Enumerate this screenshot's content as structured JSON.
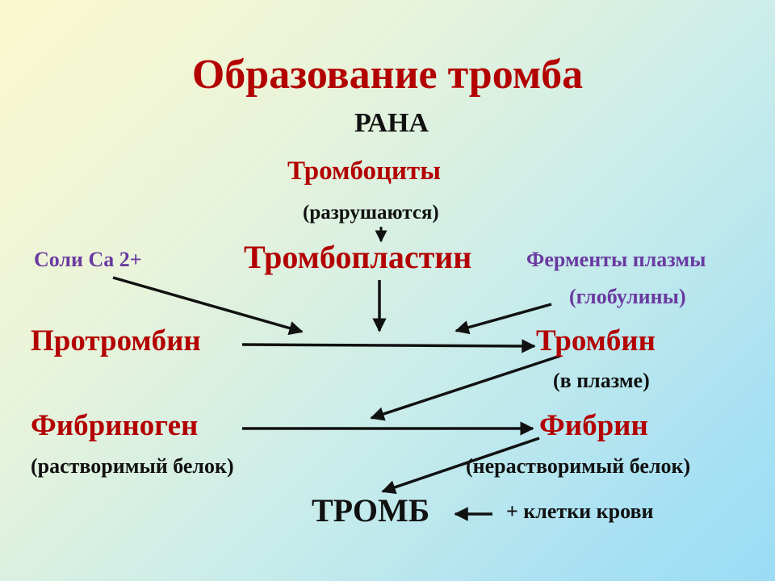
{
  "diagram": {
    "title": "Образование тромба",
    "wound": "РАНА",
    "platelets": "Тромбоциты",
    "platelets_note": "(разрушаются)",
    "calcium_salts": "Соли Са 2+",
    "thromboplastin": "Тромбопластин",
    "plasma_enzymes": "Ферменты плазмы",
    "globulins": "(глобулины)",
    "prothrombin": "Протромбин",
    "thrombin": "Тромбин",
    "thrombin_note": "(в плазме)",
    "fibrinogen": "Фибриноген",
    "fibrinogen_note": "(растворимый белок)",
    "fibrin": "Фибрин",
    "fibrin_note": "(нерастворимый белок)",
    "clot": "ТРОМБ",
    "blood_cells": "+ клетки крови"
  },
  "colors": {
    "heading": "#b30000",
    "text": "#111111",
    "secondary": "#6a3aa1",
    "arrow": "#111111"
  }
}
